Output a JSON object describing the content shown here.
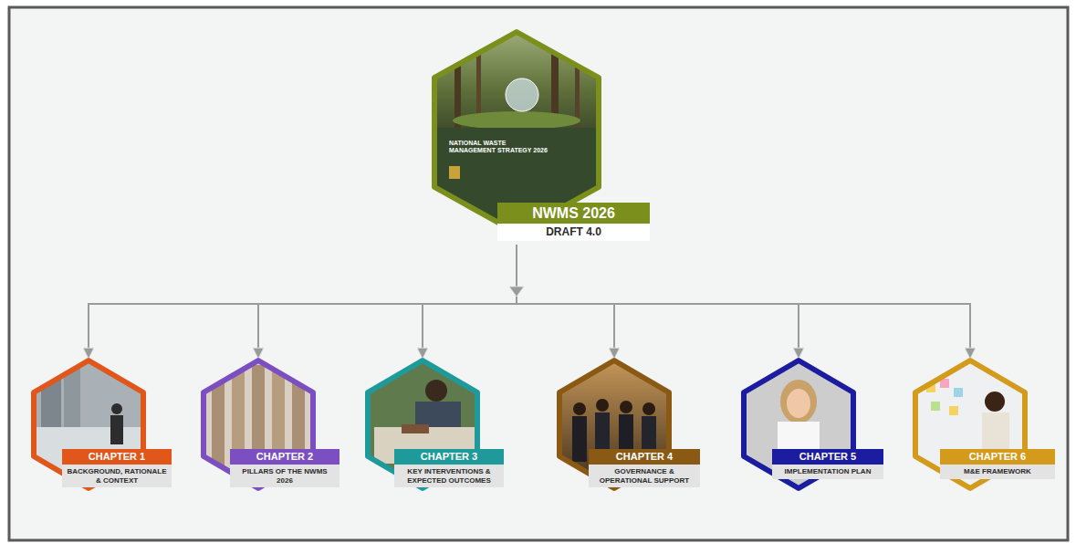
{
  "diagram": {
    "nodes": [
      {
        "text": [
          "NATIONAL WASTE MANAGEMENT STRATEGY 2026",
          "NWMS 2026",
          "DRAFT 4.0"
        ]
      },
      {
        "text": [
          "CHAPTER 1",
          "BACKGROUND, RATIONALE & CONTEXT"
        ]
      },
      {
        "text": [
          "CHAPTER 2",
          "PILLARS OF THE NWMS 2026"
        ]
      },
      {
        "text": [
          "CHAPTER 3",
          "KEY INTERVENTIONS & EXPECTED OUTCOMES"
        ]
      },
      {
        "text": [
          "CHAPTER 4",
          "GOVERNANCE & OPERATIONAL SUPPORT"
        ]
      },
      {
        "text": [
          "CHAPTER 5",
          "IMPLEMENTATION PLAN"
        ]
      },
      {
        "text": [
          "CHAPTER 6",
          "M&E FRAMEWORK"
        ]
      }
    ],
    "edges": [
      {
        "from": 0,
        "to": 1,
        "arrow": "to"
      },
      {
        "from": 0,
        "to": 2,
        "arrow": "to"
      },
      {
        "from": 0,
        "to": 3,
        "arrow": "to"
      },
      {
        "from": 0,
        "to": 4,
        "arrow": "to"
      },
      {
        "from": 0,
        "to": 5,
        "arrow": "to"
      },
      {
        "from": 0,
        "to": 6,
        "arrow": "to"
      }
    ]
  }
}
